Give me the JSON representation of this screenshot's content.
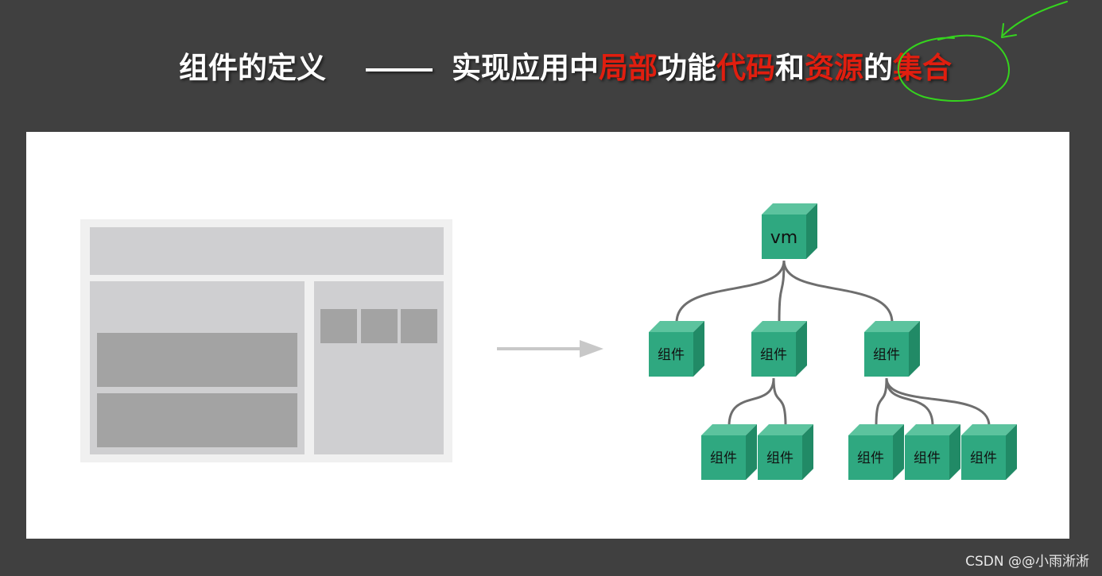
{
  "title": {
    "part1": "组件的定义",
    "part2": "实现应用中",
    "part3_red": "局部",
    "part4": "功能",
    "part5_red": "代码",
    "part6": "和",
    "part7_red": "资源",
    "part8": "的",
    "part9_red": "集合"
  },
  "tree": {
    "root_label": "vm",
    "node_label": "组件"
  },
  "colors": {
    "background": "#404040",
    "panel": "#ffffff",
    "accent_red": "#e01e0f",
    "cube_front": "#2fa880",
    "cube_top": "#5cc39e",
    "cube_side": "#218a66",
    "connector": "#6e6e6e",
    "scribble_green": "#35d41e"
  },
  "watermark": "CSDN @@小雨淅淅"
}
